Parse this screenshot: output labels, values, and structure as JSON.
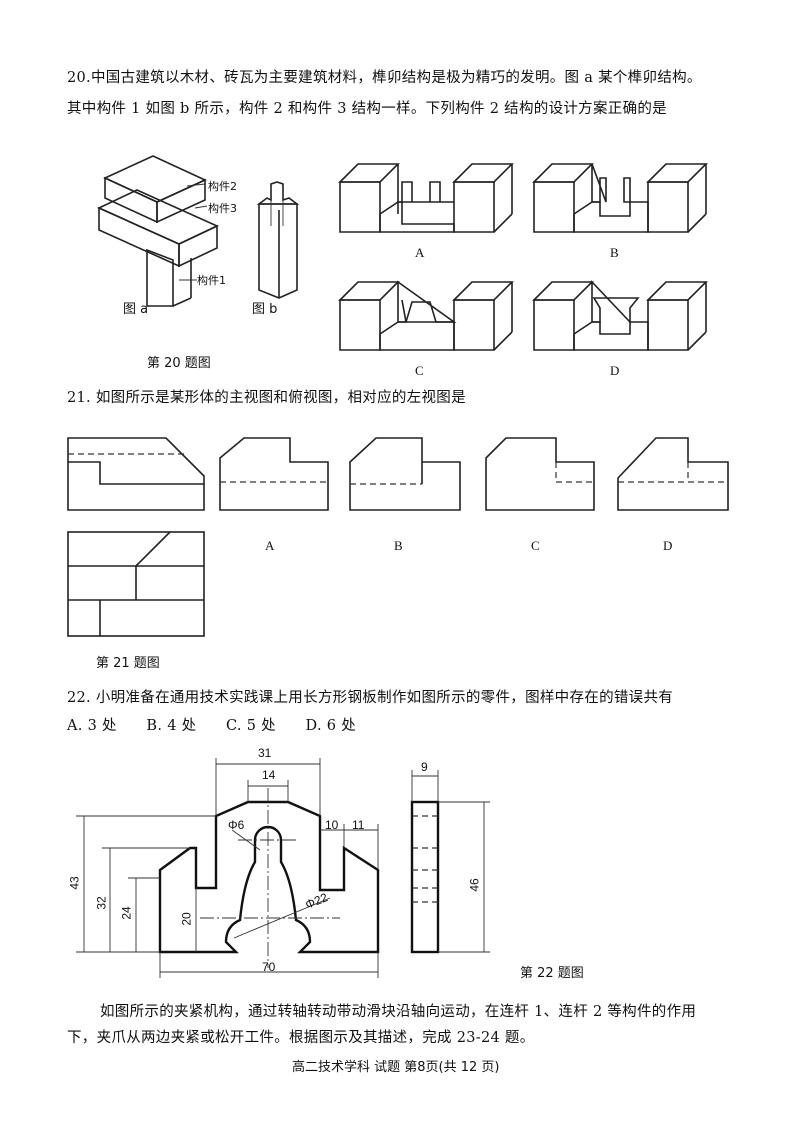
{
  "q20": {
    "line1": "20.中国古建筑以木材、砖瓦为主要建筑材料，榫卯结构是极为精巧的发明。图 a 某个榫卯结构。",
    "line2": "其中构件 1 如图 b 所示，构件 2 和构件 3 结构一样。下列构件 2 结构的设计方案正确的是",
    "fig_a_labels": [
      "构件2",
      "构件3",
      "构件1"
    ],
    "fig_a_caption": "图 a",
    "fig_b_caption": "图 b",
    "figure_caption": "第 20 题图",
    "options": [
      "A",
      "B",
      "C",
      "D"
    ]
  },
  "q21": {
    "text": "21. 如图所示是某形体的主视图和俯视图，相对应的左视图是",
    "options": [
      "A",
      "B",
      "C",
      "D"
    ],
    "figure_caption": "第 21 题图"
  },
  "q22": {
    "text": "22. 小明准备在通用技术实践课上用长方形钢板制作如图所示的零件，图样中存在的错误共有",
    "choices": "A. 3 处　　B. 4 处　　C. 5 处　　D. 6 处",
    "dims": {
      "d31": "31",
      "d14": "14",
      "d6": "Φ6",
      "d10": "10",
      "d11": "11",
      "d43": "43",
      "d32": "32",
      "d24": "24",
      "d20": "20",
      "d22": "Φ22",
      "d70": "70",
      "d9": "9",
      "d46": "46"
    },
    "figure_caption": "第 22 题图"
  },
  "intro": {
    "line1": "如图所示的夹紧机构，通过转轴转动带动滑块沿轴向运动，在连杆 1、连杆 2 等构件的作用",
    "line2": "下，夹爪从两边夹紧或松开工件。根据图示及其描述，完成 23-24 题。"
  },
  "footer": "高二技术学科 试题 第8页(共 12 页)"
}
